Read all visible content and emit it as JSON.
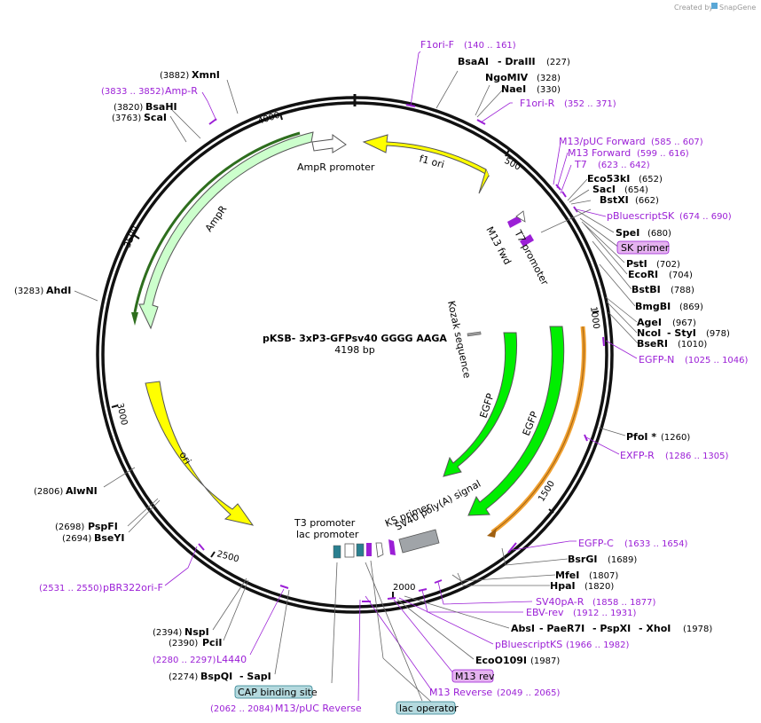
{
  "app": {
    "created_by": "Created by",
    "brand": "SnapGene"
  },
  "plasmid": {
    "name": "pKSB- 3xP3-GFPsv40 GGGG AAGA",
    "size": "4198 bp"
  },
  "ticks": [
    "500",
    "1000",
    "1500",
    "2000",
    "2500",
    "3000",
    "3500",
    "4000"
  ],
  "features": [
    "f1 ori",
    "AmpR promoter",
    "AmpR",
    "ori",
    "EGFP",
    "EGFP",
    "Kozak sequence",
    "M13 fwd",
    "T7 promoter",
    "T3 promoter",
    "lac promoter",
    "KS primer",
    "SV40 poly(A) signal"
  ],
  "labels": {
    "l1": {
      "name": "F1ori-F",
      "pos": "(140 .. 161)"
    },
    "l2": {
      "name": "BsaAI",
      "name2": "- DraIII",
      "pos": "(227)"
    },
    "l3": {
      "name": "NgoMIV",
      "pos": "(328)"
    },
    "l4": {
      "name": "NaeI",
      "pos": "(330)"
    },
    "l5": {
      "name": "F1ori-R",
      "pos": "(352 .. 371)"
    },
    "l6": {
      "name": "M13/pUC Forward",
      "pos": "(585 .. 607)"
    },
    "l7": {
      "name": "M13 Forward",
      "pos": "(599 .. 616)"
    },
    "l8": {
      "name": "T7",
      "pos": "(623 .. 642)"
    },
    "l9": {
      "name": "Eco53kI",
      "pos": "(652)"
    },
    "l10": {
      "name": "SacI",
      "pos": "(654)"
    },
    "l11": {
      "name": "BstXI",
      "pos": "(662)"
    },
    "l12": {
      "name": "pBluescriptSK",
      "pos": "(674 .. 690)"
    },
    "l13": {
      "name": "SpeI",
      "pos": "(680)"
    },
    "l14": {
      "name": "SK primer"
    },
    "l15": {
      "name": "PstI",
      "pos": "(702)"
    },
    "l16": {
      "name": "EcoRI",
      "pos": "(704)"
    },
    "l17": {
      "name": "BstBI",
      "pos": "(788)"
    },
    "l18": {
      "name": "BmgBI",
      "pos": "(869)"
    },
    "l19": {
      "name": "AgeI",
      "pos": "(967)"
    },
    "l20": {
      "name": "NcoI",
      "name2": "- StyI",
      "pos": "(978)"
    },
    "l21": {
      "name": "BseRI",
      "pos": "(1010)"
    },
    "l22": {
      "name": "EGFP-N",
      "pos": "(1025 .. 1046)"
    },
    "l23": {
      "name": "PfoI *",
      "pos": "(1260)"
    },
    "l24": {
      "name": "EXFP-R",
      "pos": "(1286 .. 1305)"
    },
    "l25": {
      "name": "EGFP-C",
      "pos": "(1633 .. 1654)"
    },
    "l26": {
      "name": "BsrGI",
      "pos": "(1689)"
    },
    "l27": {
      "name": "MfeI",
      "pos": "(1807)"
    },
    "l28": {
      "name": "HpaI",
      "pos": "(1820)"
    },
    "l29": {
      "name": "SV40pA-R",
      "pos": "(1858 .. 1877)"
    },
    "l30": {
      "name": "EBV-rev",
      "pos": "(1912 .. 1931)"
    },
    "l31": {
      "name": "AbsI",
      "name2": "- PaeR7I",
      "name3": "- PspXI",
      "name4": "- XhoI",
      "pos": "(1978)"
    },
    "l32": {
      "name": "pBluescriptKS",
      "pos": "(1966 .. 1982)"
    },
    "l33": {
      "name": "EcoO109I",
      "pos": "(1987)"
    },
    "l34": {
      "name": "M13 rev"
    },
    "l35": {
      "name": "M13 Reverse",
      "pos": "(2049 .. 2065)"
    },
    "l36": {
      "name": "lac operator"
    },
    "l37": {
      "name": "M13/pUC Reverse",
      "pos": "(2062 .. 2084)"
    },
    "l38": {
      "name": "CAP binding site"
    },
    "l39": {
      "name": "BspQI",
      "name2": "- SapI",
      "pos": "(2274)"
    },
    "l40": {
      "name": "L4440",
      "pos": "(2280 .. 2297)"
    },
    "l41": {
      "name": "PciI",
      "pos": "(2390)"
    },
    "l42": {
      "name": "NspI",
      "pos": "(2394)"
    },
    "l43": {
      "name": "pBR322ori-F",
      "pos": "(2531 .. 2550)"
    },
    "l44": {
      "name": "BseYI",
      "pos": "(2694)"
    },
    "l45": {
      "name": "PspFI",
      "pos": "(2698)"
    },
    "l46": {
      "name": "AlwNI",
      "pos": "(2806)"
    },
    "l47": {
      "name": "AhdI",
      "pos": "(3283)"
    },
    "l48": {
      "name": "ScaI",
      "pos": "(3763)"
    },
    "l49": {
      "name": "BsaHI",
      "pos": "(3820)"
    },
    "l50": {
      "name": "Amp-R",
      "pos": "(3833 .. 3852)"
    },
    "l51": {
      "name": "XmnI",
      "pos": "(3882)"
    }
  }
}
